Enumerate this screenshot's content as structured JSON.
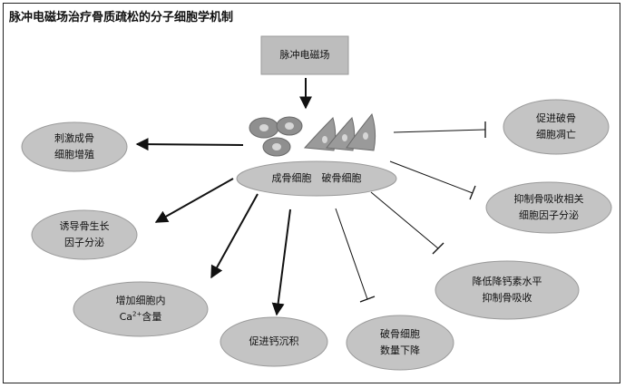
{
  "title": "脉冲电磁场治疗骨质疏松的分子细胞学机制",
  "source_box": "脉冲电磁场",
  "center_label": "成骨细胞　破骨细胞",
  "nodes": {
    "proliferation": [
      "刺激成骨",
      "细胞增殖"
    ],
    "growth_factor": [
      "诱导骨生长",
      "因子分泌"
    ],
    "calcium_line1": "增加细胞内",
    "calcium_ca": "Ca",
    "calcium_sup": "2+",
    "calcium_rest": "含量",
    "calcification": "促进钙沉积",
    "osteoclast_decrease": [
      "破骨细胞",
      "数量下降"
    ],
    "calcium_level": [
      "降低降钙素水平",
      "抑制骨吸收"
    ],
    "resorption_factor": [
      "抑制骨吸收相关",
      "细胞因子分泌"
    ],
    "apoptosis": [
      "促进破骨",
      "细胞凋亡"
    ]
  },
  "colors": {
    "box_fill": "#bdbdbd",
    "ellipse_fill": "#c4c4c4",
    "line": "#111111"
  }
}
